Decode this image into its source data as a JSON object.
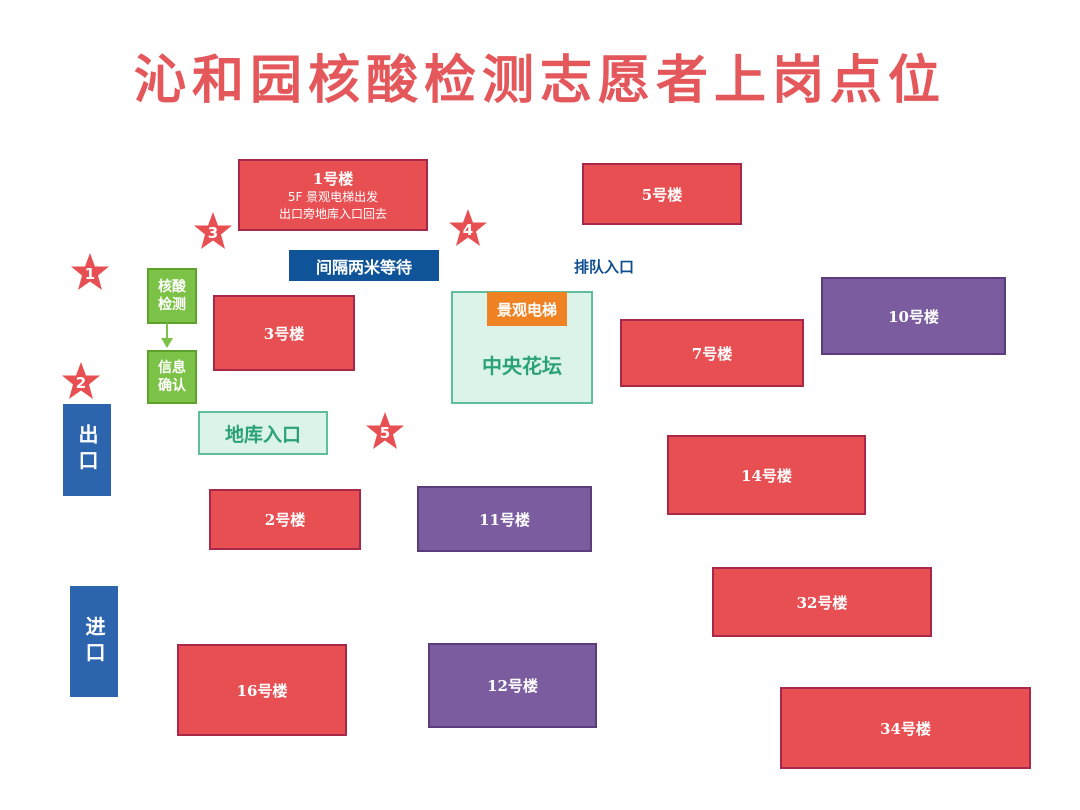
{
  "title": "沁和园核酸检测志愿者上岗点位",
  "colors": {
    "title": "#e4585c",
    "building_red": "#e84f52",
    "building_purple": "#7b5c9e",
    "exit_blue": "#2c64ad",
    "station_green": "#7cc247",
    "garden_mint": "#dcf3ea",
    "elevator_orange": "#ef8223",
    "star_red": "#e84f52"
  },
  "buildings": {
    "b1": {
      "name": "1号楼",
      "note_1": "5F 景观电梯出发",
      "note_2": "出口旁地库入口回去"
    },
    "b2": "2号楼",
    "b3": "3号楼",
    "b5": "5号楼",
    "b7": "7号楼",
    "b10": "10号楼",
    "b11": "11号楼",
    "b12": "12号楼",
    "b14": "14号楼",
    "b16": "16号楼",
    "b32": "32号楼",
    "b34": "34号楼"
  },
  "stations": {
    "test": "核酸检测",
    "info": "信息确认"
  },
  "labels": {
    "wait": "间隔两米等待",
    "queue_entry": "排队入口",
    "elevator": "景观电梯",
    "garden": "中央花坛",
    "garage": "地库入口",
    "exit": "出口",
    "entrance": "进口"
  },
  "posts": [
    "1",
    "2",
    "3",
    "4",
    "5"
  ]
}
